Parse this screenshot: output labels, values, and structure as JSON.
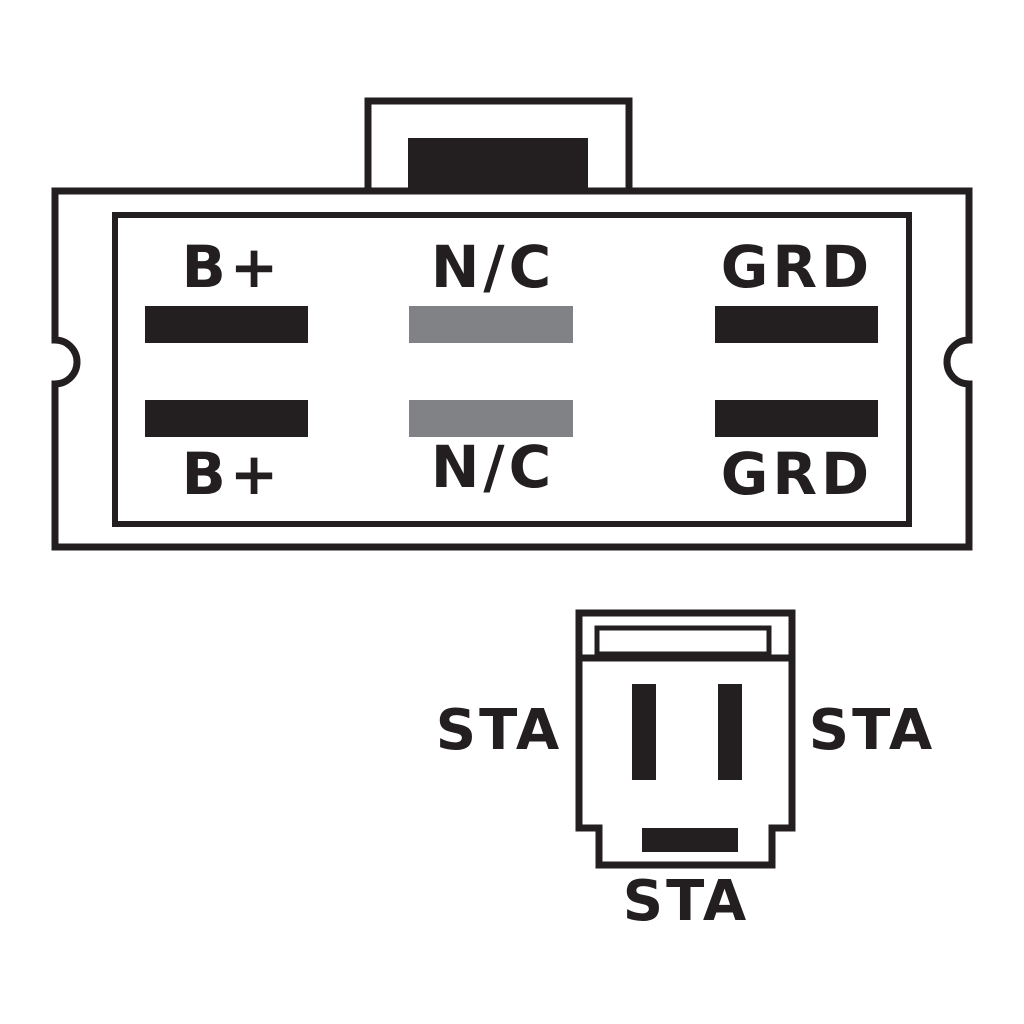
{
  "colors": {
    "ink": "#231f20",
    "active_pin": "#231f20",
    "unused_pin": "#818285",
    "background": "#ffffff"
  },
  "main_connector": {
    "labels": {
      "top_left": "B+",
      "top_center": "N/C",
      "top_right": "GRD",
      "bottom_left": "B+",
      "bottom_center": "N/C",
      "bottom_right": "GRD"
    }
  },
  "stator_connector": {
    "labels": {
      "left": "STA",
      "right": "STA",
      "bottom": "STA"
    }
  }
}
